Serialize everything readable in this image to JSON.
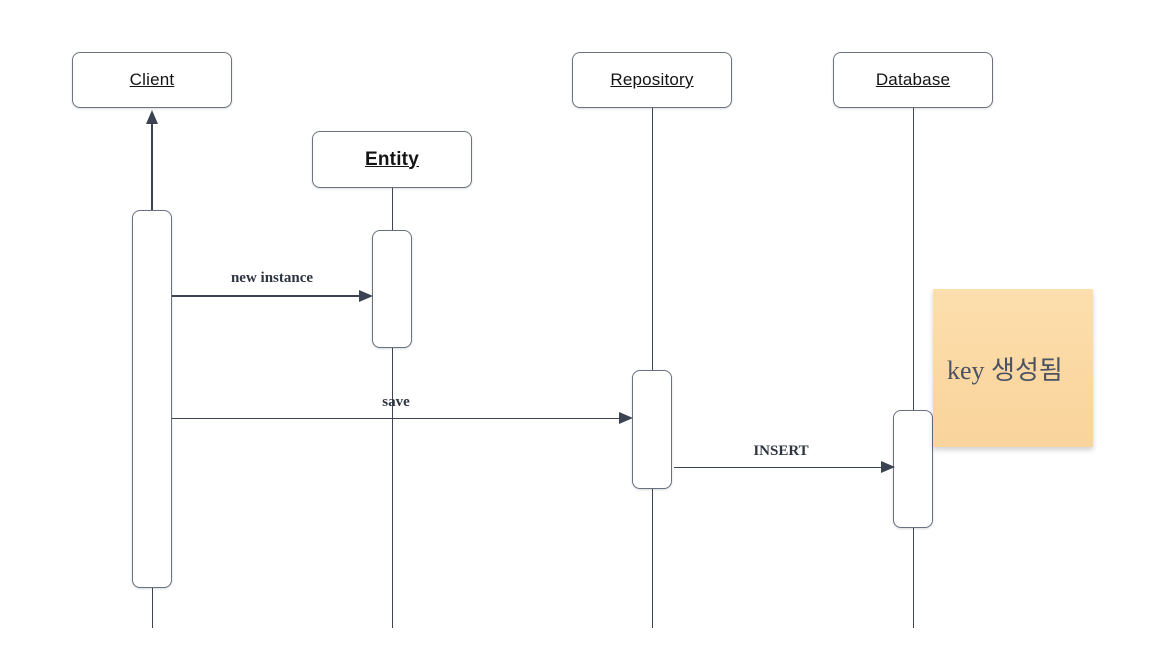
{
  "actors": [
    {
      "label": "Client"
    },
    {
      "label": "Entity"
    },
    {
      "label": "Repository"
    },
    {
      "label": "Database"
    }
  ],
  "messages": [
    {
      "label": "new instance"
    },
    {
      "label": "save"
    },
    {
      "label": "INSERT"
    }
  ],
  "note": {
    "text": "key 생성됨"
  },
  "colors": {
    "line": "#3b4252",
    "box_border": "#6d737e",
    "note_bg_top": "#fcdfae",
    "note_bg_bottom": "#f9d49c",
    "note_text": "#4b5263"
  }
}
